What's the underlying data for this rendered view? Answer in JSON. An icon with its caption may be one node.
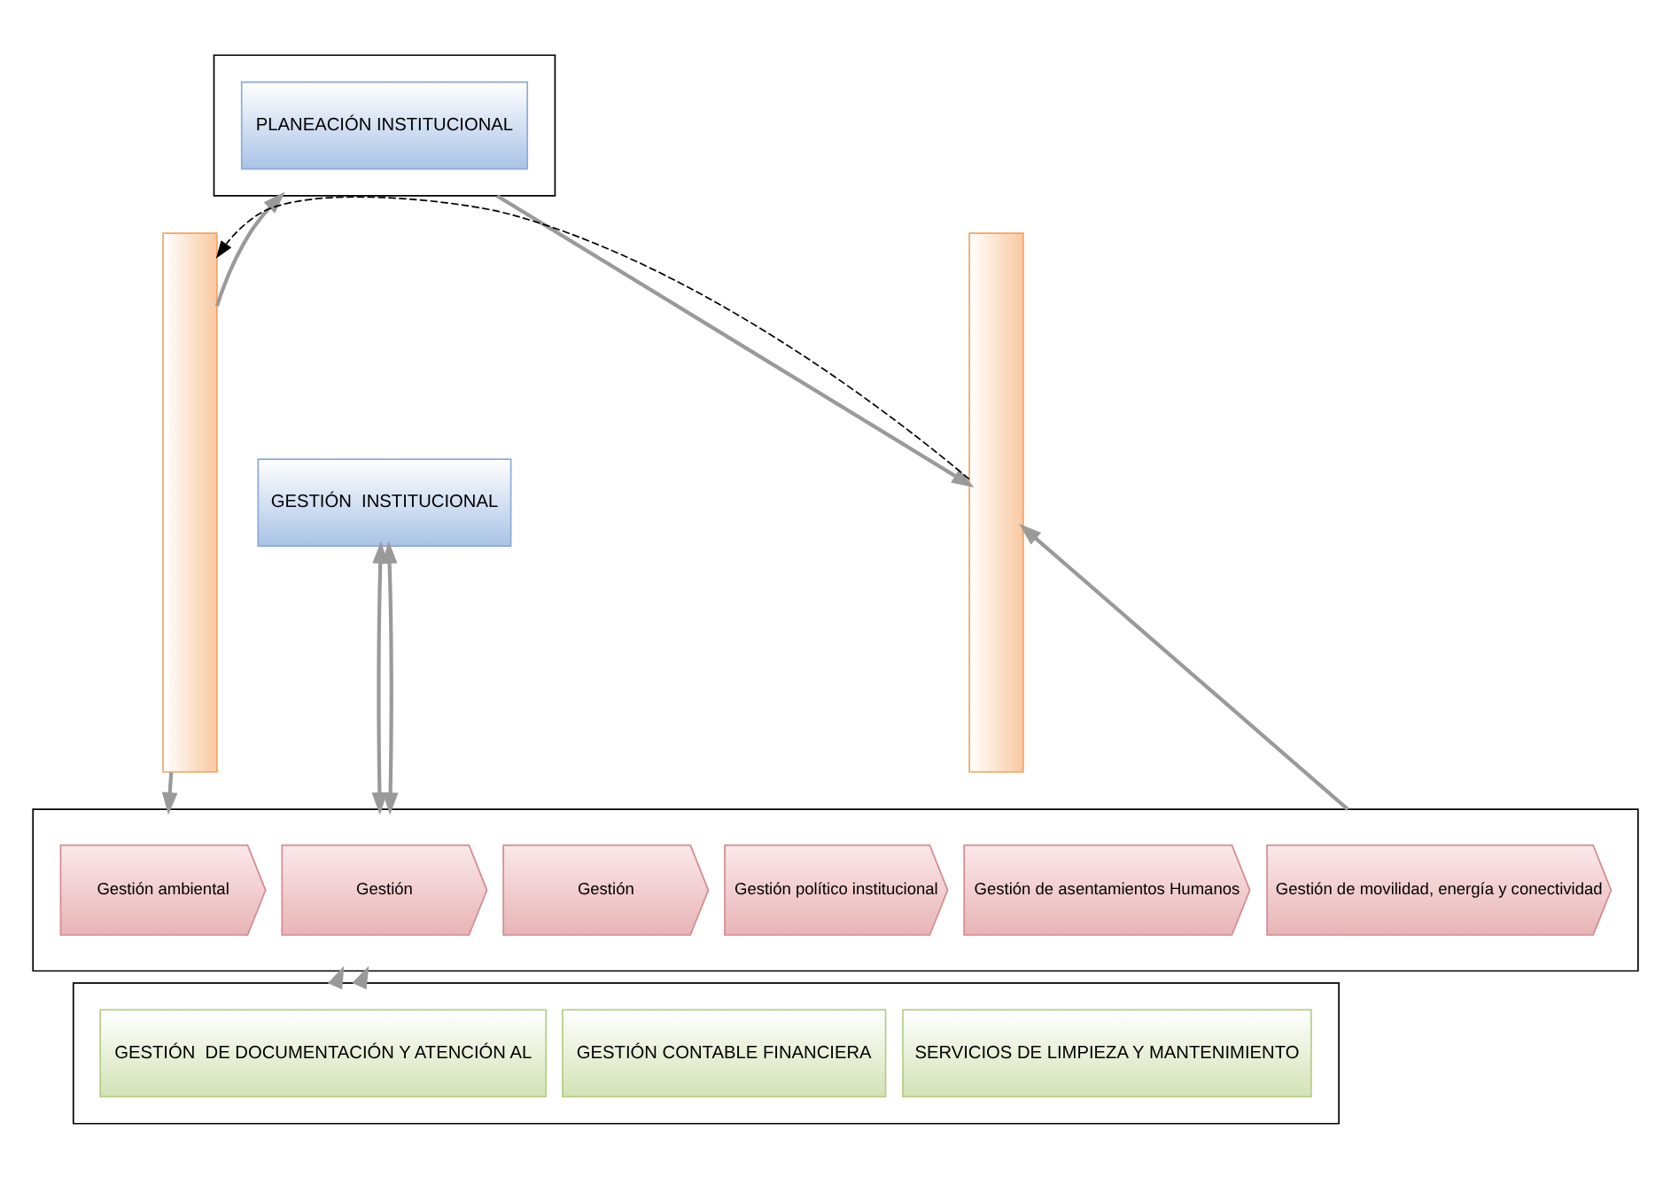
{
  "diagram": {
    "nodes": [
      {
        "text": [],
        "shape": "bar"
      },
      {
        "text": [],
        "shape": "box"
      },
      {
        "text": [
          "PLANEACIÓN INSTITUCIONAL"
        ],
        "in": 1
      },
      {
        "text": [
          "GESTIÓN  INSTITUCIONAL"
        ]
      },
      {
        "text": [],
        "shape": "box"
      },
      {
        "text": [
          "Gestión ambiental"
        ],
        "in": 4
      },
      {
        "text": [
          "Gestión"
        ],
        "in": 4
      },
      {
        "text": [
          "Gestión"
        ],
        "in": 4
      },
      {
        "text": [
          "Gestión político institucional"
        ],
        "in": 4
      },
      {
        "text": [
          "Gestión de asentamientos Humanos"
        ],
        "in": 4
      },
      {
        "text": [
          "Gestión de movilidad, energía y conectividad"
        ],
        "in": 4
      },
      {
        "text": [],
        "shape": "box"
      },
      {
        "text": [
          "GESTIÓN  DE DOCUMENTACIÓN Y ATENCIÓN AL"
        ],
        "in": 11
      },
      {
        "text": [
          "GESTIÓN CONTABLE FINANCIERA"
        ],
        "in": 11
      },
      {
        "text": [
          "SERVICIOS DE LIMPIEZA Y MANTENIMIENTO"
        ],
        "in": 11
      },
      {
        "text": [],
        "shape": "bar"
      }
    ],
    "edges": [
      {
        "from": 15,
        "to": 0,
        "arrow": "to",
        "style": "dashed",
        "color": "#000000"
      },
      {
        "from": 0,
        "to": 1,
        "arrow": "to"
      },
      {
        "from": 1,
        "to": 15,
        "arrow": "to"
      },
      {
        "from": 3,
        "to": 4,
        "arrow": "both"
      },
      {
        "from": 3,
        "to": 4,
        "arrow": "both"
      },
      {
        "from": 0,
        "to": 4,
        "arrow": "to"
      },
      {
        "from": 4,
        "to": 15,
        "arrow": "to"
      },
      {
        "from": 11,
        "to": 4,
        "arrow": "to"
      },
      {
        "from": 11,
        "to": 4,
        "arrow": "to"
      }
    ]
  }
}
